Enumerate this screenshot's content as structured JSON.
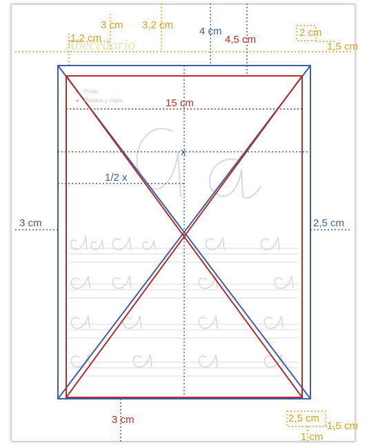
{
  "labels": {
    "top_gold_3cm": "3 cm",
    "top_gold_3_2cm": "3,2 cm",
    "top_gold_1_2cm": "1,2 cm",
    "top_blue_4cm": "4 cm",
    "top_red_4_5cm": "4,5 cm",
    "top_gold_2cm": "2 cm",
    "top_gold_1_5cm": "1,5 cm",
    "red_15cm": "15 cm",
    "blue_x": "x",
    "blue_half_x": "1/2 x",
    "left_blue_3cm": "3 cm",
    "right_blue_2_5cm": "2,5 cm",
    "bottom_red_3cm": "3 cm",
    "bottom_gold_2_5cm": "2,5 cm",
    "bottom_gold_1_5cm": "1,5 cm",
    "bottom_gold_1cm": "1 cm"
  },
  "worksheet": {
    "note_pinta": "Pinta.",
    "note_repasa": "Repasa y copia."
  },
  "colors": {
    "gold": "#d7a122",
    "blue": "#3b5ea8",
    "red": "#b52d2d",
    "faint": "#d9d9d9"
  }
}
